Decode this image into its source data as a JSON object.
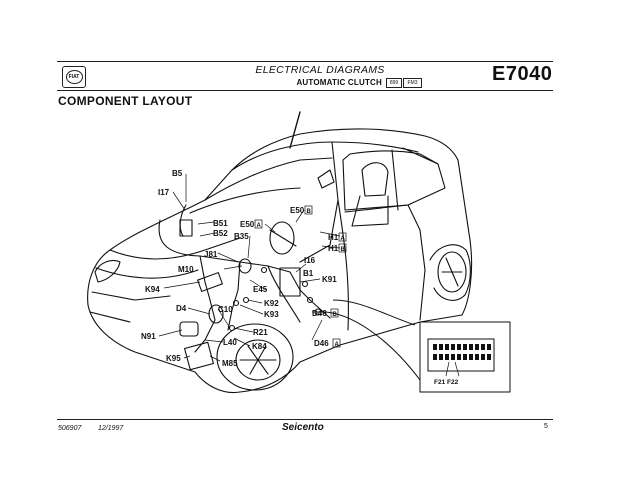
{
  "header": {
    "title": "ELECTRICAL DIAGRAMS",
    "subtitle": "AUTOMATIC CLUTCH",
    "code": "E7040",
    "badge_left": "899",
    "badge_right": "FM3"
  },
  "section_title": "COMPONENT LAYOUT",
  "labels": {
    "B5": "B5",
    "I17": "I17",
    "B51": "B51",
    "B52": "B52",
    "B35": "B35",
    "E50A": "E50",
    "E50B": "E50",
    "J81": "J81",
    "M10": "M10",
    "H1A": "H1",
    "H1B": "H1",
    "I16": "I16",
    "B1": "B1",
    "K91": "K91",
    "K94": "K94",
    "E45": "E45",
    "K92": "K92",
    "K93": "K93",
    "D4": "D4",
    "C10": "C10",
    "D46B": "D46",
    "R21": "R21",
    "N91": "N91",
    "K84": "K84",
    "L40": "L40",
    "D46A": "D46",
    "K95": "K95",
    "M85": "M85",
    "box_A": "A",
    "box_B": "B",
    "fuse_labels": "F21 F22"
  },
  "footer": {
    "doc_no": "506907",
    "date": "12/1997",
    "brand": "Seicento",
    "page": "5"
  }
}
